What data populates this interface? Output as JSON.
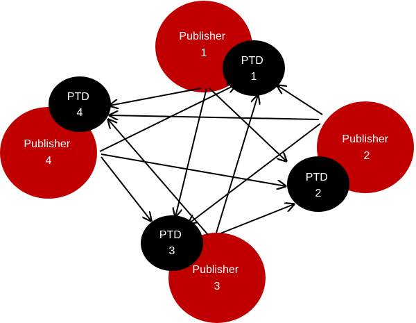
{
  "colors": {
    "publisher": "#c00000",
    "ptd": "#000000",
    "edge": "#000000",
    "text": "#ffffff"
  },
  "publishers": [
    {
      "id": "pub1",
      "line1": "Publisher",
      "line2": "1"
    },
    {
      "id": "pub2",
      "line1": "Publisher",
      "line2": "2"
    },
    {
      "id": "pub3",
      "line1": "Publisher",
      "line2": "3"
    },
    {
      "id": "pub4",
      "line1": "Publisher",
      "line2": "4"
    }
  ],
  "ptds": [
    {
      "id": "ptd1",
      "line1": "PTD",
      "line2": "1"
    },
    {
      "id": "ptd2",
      "line1": "PTD",
      "line2": "2"
    },
    {
      "id": "ptd3",
      "line1": "PTD",
      "line2": "3"
    },
    {
      "id": "ptd4",
      "line1": "PTD",
      "line2": "4"
    }
  ],
  "edges": [
    {
      "from": "pub1",
      "to": "ptd4"
    },
    {
      "from": "pub1",
      "to": "ptd3"
    },
    {
      "from": "pub1",
      "to": "ptd2"
    },
    {
      "from": "pub2",
      "to": "ptd1"
    },
    {
      "from": "pub2",
      "to": "ptd4"
    },
    {
      "from": "pub2",
      "to": "ptd3"
    },
    {
      "from": "pub3",
      "to": "ptd1"
    },
    {
      "from": "pub3",
      "to": "ptd2"
    },
    {
      "from": "pub3",
      "to": "ptd4"
    },
    {
      "from": "pub4",
      "to": "ptd1"
    },
    {
      "from": "pub4",
      "to": "ptd2"
    },
    {
      "from": "pub4",
      "to": "ptd3"
    }
  ]
}
